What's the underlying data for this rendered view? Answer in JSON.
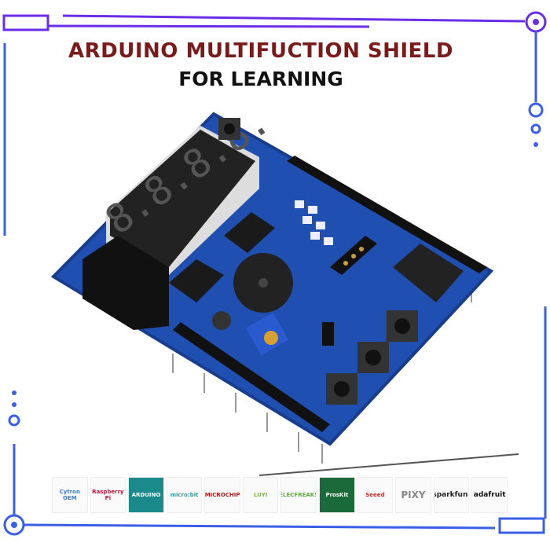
{
  "title": {
    "line1": "ARDUINO MULTIFUCTION SHIELD",
    "line2": "FOR LEARNING"
  },
  "colors": {
    "frame": "#6a2ee8",
    "frame_blue": "#2f6be8",
    "board": "#1f4fb0",
    "title_red": "#7a1a1a"
  },
  "display": {
    "digits": "8.8.8.8."
  },
  "logos": [
    {
      "label": "Cytron OEM",
      "color": "#3b7bd0"
    },
    {
      "label": "Raspberry Pi",
      "color": "#c0183c"
    },
    {
      "label": "ARDUINO",
      "color": "#1a8a8a"
    },
    {
      "label": "micro:bit",
      "color": "#2aa0a0"
    },
    {
      "label": "MICROCHIP",
      "color": "#c01818"
    },
    {
      "label": "LUYI",
      "color": "#7ab83a"
    },
    {
      "label": "ELECFREAKS",
      "color": "#5aae3a"
    },
    {
      "label": "ProsKit",
      "color": "#1a6a3a"
    },
    {
      "label": "Seeed",
      "color": "#c02828"
    },
    {
      "label": "PIXY",
      "color": "#888888"
    },
    {
      "label": "sparkfun.",
      "color": "#222222"
    },
    {
      "label": "adafruit",
      "color": "#111111"
    }
  ]
}
